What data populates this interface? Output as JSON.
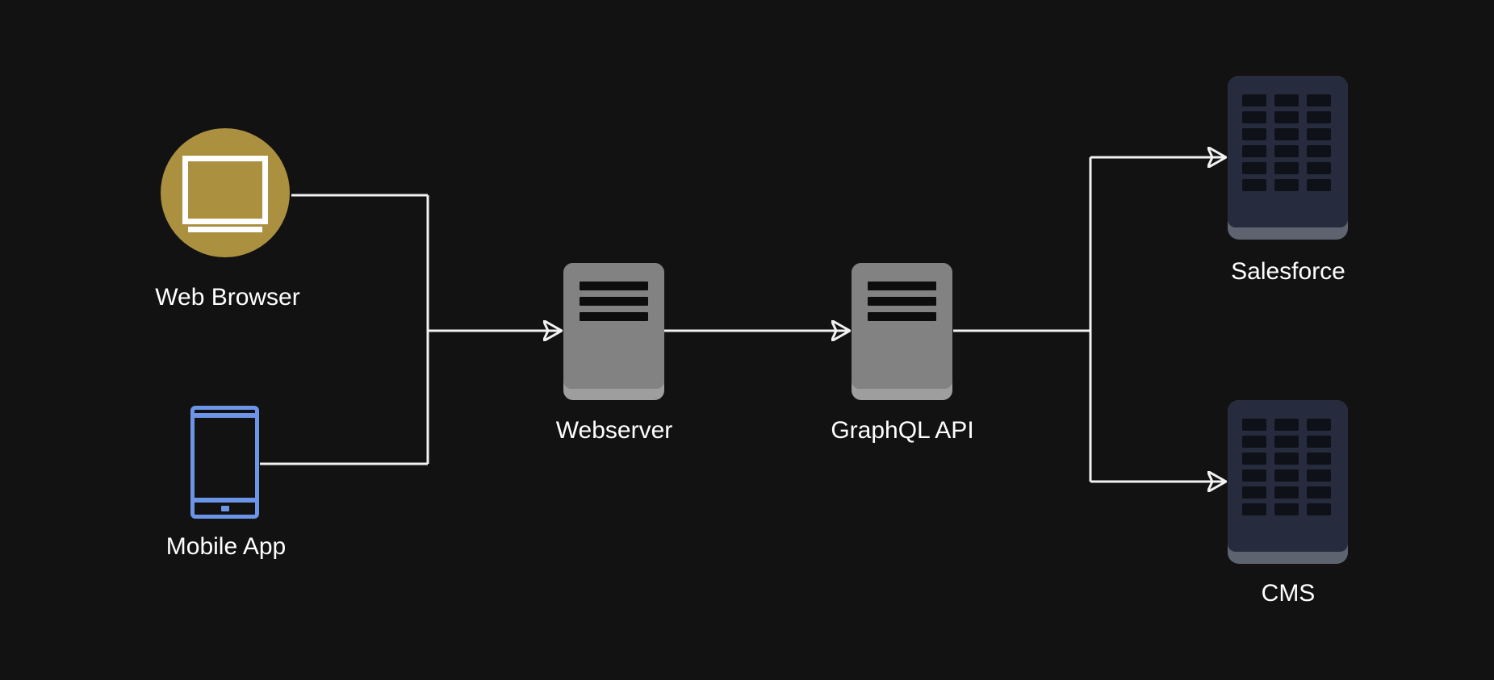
{
  "diagram": {
    "background_color": "#121212",
    "connector_color": "#f2f2f2",
    "label_color": "#ffffff",
    "nodes": {
      "web_browser": {
        "label": "Web Browser",
        "icon": "desktop-monitor-icon",
        "color": "#ab9040",
        "glyph_color": "#ffffff"
      },
      "mobile_app": {
        "label": "Mobile App",
        "icon": "smartphone-icon",
        "color": "#6c95e8"
      },
      "webserver": {
        "label": "Webserver",
        "icon": "server-icon",
        "color": "#828282",
        "accent_color": "#9e9e9e"
      },
      "graphql_api": {
        "label": "GraphQL API",
        "icon": "server-icon",
        "color": "#828282",
        "accent_color": "#9e9e9e"
      },
      "salesforce": {
        "label": "Salesforce",
        "icon": "server-rack-icon",
        "color": "#262c3e",
        "accent_color": "#5d6470"
      },
      "cms": {
        "label": "CMS",
        "icon": "server-rack-icon",
        "color": "#262c3e",
        "accent_color": "#5d6470"
      }
    },
    "edges": [
      {
        "from": "web_browser",
        "to": "webserver",
        "via": "left_junction",
        "arrowhead": true
      },
      {
        "from": "mobile_app",
        "to": "webserver",
        "via": "left_junction",
        "arrowhead": true
      },
      {
        "from": "webserver",
        "to": "graphql_api",
        "via": null,
        "arrowhead": true
      },
      {
        "from": "graphql_api",
        "to": "salesforce",
        "via": "right_junction",
        "arrowhead": true
      },
      {
        "from": "graphql_api",
        "to": "cms",
        "via": "right_junction",
        "arrowhead": true
      }
    ]
  }
}
